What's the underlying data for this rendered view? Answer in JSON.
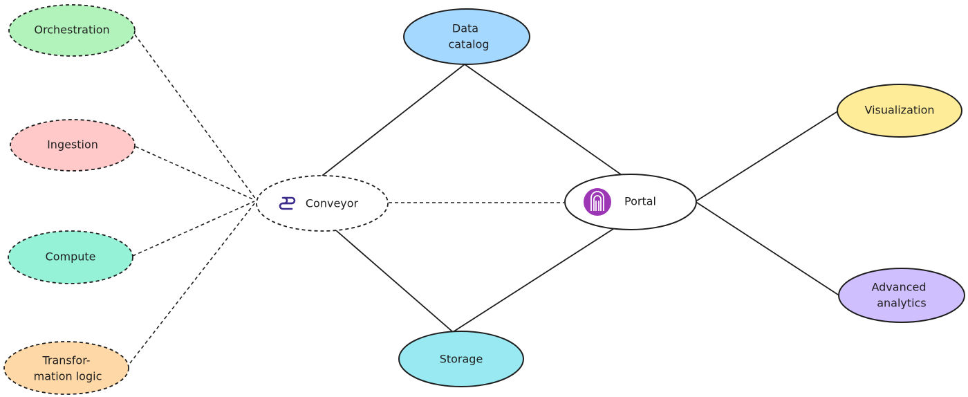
{
  "diagram": {
    "nodes": {
      "orchestration": {
        "label": "Orchestration",
        "fill": "#b2f2bb"
      },
      "ingestion": {
        "label": "Ingestion",
        "fill": "#ffc9c9"
      },
      "compute": {
        "label": "Compute",
        "fill": "#96f2d7"
      },
      "transformation": {
        "label_line1": "Transfor-",
        "label_line2": "mation logic",
        "fill": "#ffd8a8"
      },
      "conveyor": {
        "label": "Conveyor",
        "fill": "#ffffff",
        "icon": "conveyor-logo-icon",
        "icon_color": "#3b2a8c"
      },
      "data_catalog": {
        "label_line1": "Data",
        "label_line2": "catalog",
        "fill": "#a5d8ff"
      },
      "storage": {
        "label": "Storage",
        "fill": "#99e9f2"
      },
      "portal": {
        "label": "Portal",
        "fill": "#ffffff",
        "icon": "portal-logo-icon",
        "icon_color": "#9c36b5"
      },
      "visualization": {
        "label": "Visualization",
        "fill": "#ffec99"
      },
      "advanced_analytics": {
        "label_line1": "Advanced",
        "label_line2": "analytics",
        "fill": "#d0bfff"
      }
    },
    "edges": [
      {
        "from": "orchestration",
        "to": "conveyor",
        "style": "dashed"
      },
      {
        "from": "ingestion",
        "to": "conveyor",
        "style": "dashed"
      },
      {
        "from": "compute",
        "to": "conveyor",
        "style": "dashed"
      },
      {
        "from": "transformation",
        "to": "conveyor",
        "style": "dashed"
      },
      {
        "from": "conveyor",
        "to": "portal",
        "style": "dashed"
      },
      {
        "from": "conveyor",
        "to": "data_catalog",
        "style": "solid"
      },
      {
        "from": "conveyor",
        "to": "storage",
        "style": "solid"
      },
      {
        "from": "data_catalog",
        "to": "portal",
        "style": "solid"
      },
      {
        "from": "storage",
        "to": "portal",
        "style": "solid"
      },
      {
        "from": "portal",
        "to": "visualization",
        "style": "solid"
      },
      {
        "from": "portal",
        "to": "advanced_analytics",
        "style": "solid"
      }
    ]
  }
}
